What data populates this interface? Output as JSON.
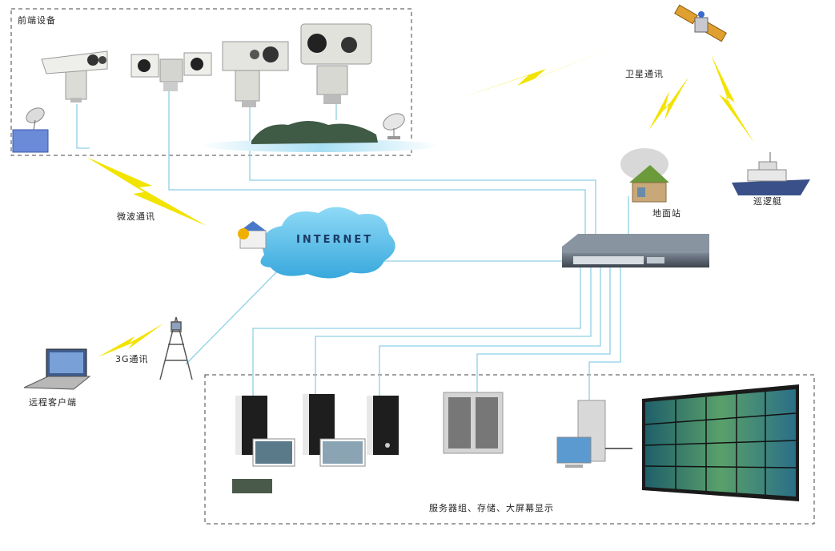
{
  "labels": {
    "front_end": "前端设备",
    "satellite_comm": "卫星通讯",
    "ground_station": "地面站",
    "patrol_boat": "巡逻艇",
    "microwave_comm": "微波通讯",
    "internet": "INTERNET",
    "comm_3g": "3G通讯",
    "remote_client": "远程客户端",
    "servers_storage_display": "服务器组、存储、大屏幕显示"
  },
  "colors": {
    "line": "#8ecfe6",
    "cloud": "#5bbfe8",
    "lightning": "#f2e300",
    "dashed_border": "#444444",
    "switch": "#5a6470"
  }
}
